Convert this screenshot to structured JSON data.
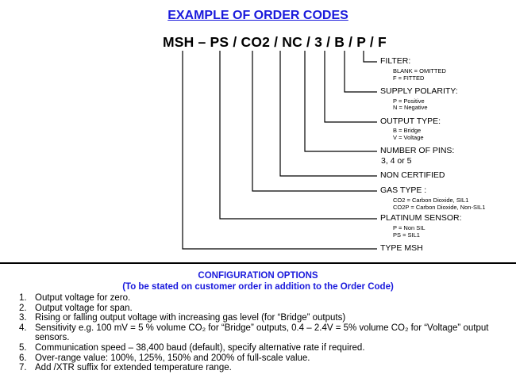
{
  "title": "EXAMPLE OF ORDER CODES",
  "order_code": "MSH – PS / CO2 / NC / 3 / B / P / F",
  "fields": [
    {
      "label": "FILTER:",
      "lines": [
        "BLANK = OMITTED",
        "F = FITTED"
      ]
    },
    {
      "label": "SUPPLY POLARITY:",
      "lines": [
        "P = Positive",
        "N = Negative"
      ]
    },
    {
      "label": "OUTPUT TYPE:",
      "lines": [
        "B = Bridge",
        "V = Voltage"
      ]
    },
    {
      "label": "NUMBER OF PINS:",
      "lines": [
        "3, 4 or 5"
      ]
    },
    {
      "label": "NON CERTIFIED",
      "lines": []
    },
    {
      "label": "GAS TYPE :",
      "lines": [
        "CO2 = Carbon Dioxide, SIL1",
        "CO2P = Carbon Dioxide, Non-SIL1"
      ]
    },
    {
      "label": "PLATINUM SENSOR:",
      "lines": [
        "P = Non SIL",
        "PS = SIL1"
      ]
    },
    {
      "label": "TYPE MSH",
      "lines": []
    }
  ],
  "config": {
    "title": "CONFIGURATION OPTIONS",
    "subtitle": "(To be stated on customer order in addition to the Order Code)",
    "items": [
      {
        "num": "1.",
        "text": "Output voltage for zero."
      },
      {
        "num": "2.",
        "text": "Output voltage for span."
      },
      {
        "num": "3.",
        "text": "Rising or falling output voltage with increasing gas level (for “Bridge” outputs)"
      },
      {
        "num": "4.",
        "text": "Sensitivity e.g. 100 mV = 5 % volume CO₂ for “Bridge” outputs, 0.4 – 2.4V = 5% volume CO₂ for “Voltage” output sensors."
      },
      {
        "num": "5.",
        "text": "Communication speed – 38,400 baud (default), specify alternative rate if required."
      },
      {
        "num": "6.",
        "text": "Over-range value: 100%, 125%, 150% and 200% of full-scale value."
      },
      {
        "num": "7.",
        "text": "Add /XTR suffix for extended temperature range."
      }
    ]
  }
}
